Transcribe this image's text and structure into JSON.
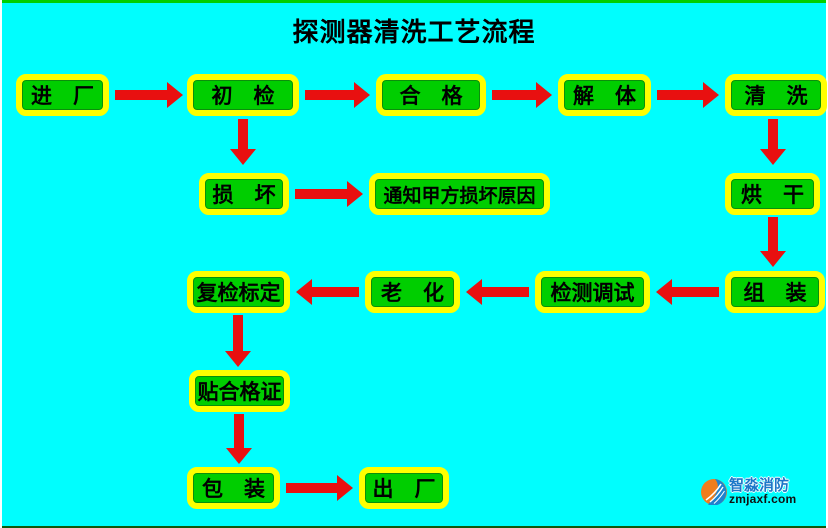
{
  "title": "探测器清洗工艺流程",
  "colors": {
    "background": "#00FEFE",
    "node_fill": "#00CE00",
    "node_border": "#FFFF00",
    "arrow": "#E81010",
    "title_text": "#000000",
    "brand_blue": "#1B78C8",
    "top_border": "#00D000",
    "bottom_border": "#0E5A0E"
  },
  "nodes": {
    "intake": {
      "label": "进　厂"
    },
    "initial_inspection": {
      "label": "初　检"
    },
    "qualified": {
      "label": "合　格"
    },
    "disassembly": {
      "label": "解　体"
    },
    "cleaning": {
      "label": "清　洗"
    },
    "damaged": {
      "label": "损　坏"
    },
    "notify_reason": {
      "label": "通知甲方损坏原因"
    },
    "drying": {
      "label": "烘　干"
    },
    "assembly": {
      "label": "组　装"
    },
    "testing_debugging": {
      "label": "检测调试"
    },
    "aging": {
      "label": "老　化"
    },
    "recheck_calibration": {
      "label": "复检标定"
    },
    "attach_certificate": {
      "label": "贴合格证"
    },
    "packaging": {
      "label": "包　装"
    },
    "shipment": {
      "label": "出　厂"
    }
  },
  "edges": [
    {
      "from": "intake",
      "to": "initial_inspection"
    },
    {
      "from": "initial_inspection",
      "to": "qualified"
    },
    {
      "from": "qualified",
      "to": "disassembly"
    },
    {
      "from": "disassembly",
      "to": "cleaning"
    },
    {
      "from": "initial_inspection",
      "to": "damaged"
    },
    {
      "from": "damaged",
      "to": "notify_reason"
    },
    {
      "from": "cleaning",
      "to": "drying"
    },
    {
      "from": "drying",
      "to": "assembly"
    },
    {
      "from": "assembly",
      "to": "testing_debugging"
    },
    {
      "from": "testing_debugging",
      "to": "aging"
    },
    {
      "from": "aging",
      "to": "recheck_calibration"
    },
    {
      "from": "recheck_calibration",
      "to": "attach_certificate"
    },
    {
      "from": "attach_certificate",
      "to": "packaging"
    },
    {
      "from": "packaging",
      "to": "shipment"
    }
  ],
  "watermark": {
    "brand": "智淼消防",
    "domain": "zmjaxf.com"
  }
}
